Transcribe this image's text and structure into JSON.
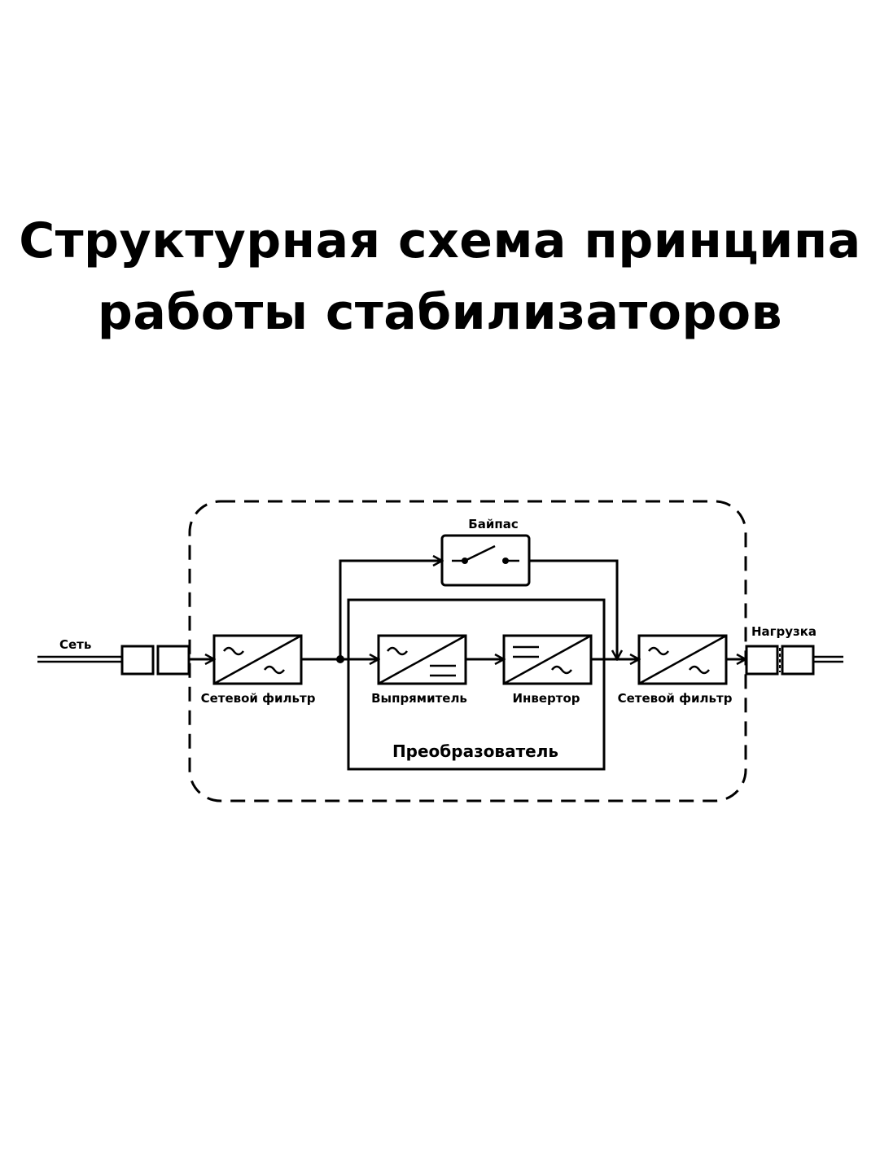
{
  "title": {
    "line1": "Структурная схема принципа",
    "line2": "работы стабилизаторов"
  },
  "labels": {
    "input": "Сеть",
    "output": "Нагрузка",
    "bypass": "Байпас",
    "filter_in": "Сетевой фильтр",
    "rectifier": "Выпрямитель",
    "inverter": "Инвертор",
    "filter_out": "Сетевой фильтр",
    "converter": "Преобразователь"
  }
}
